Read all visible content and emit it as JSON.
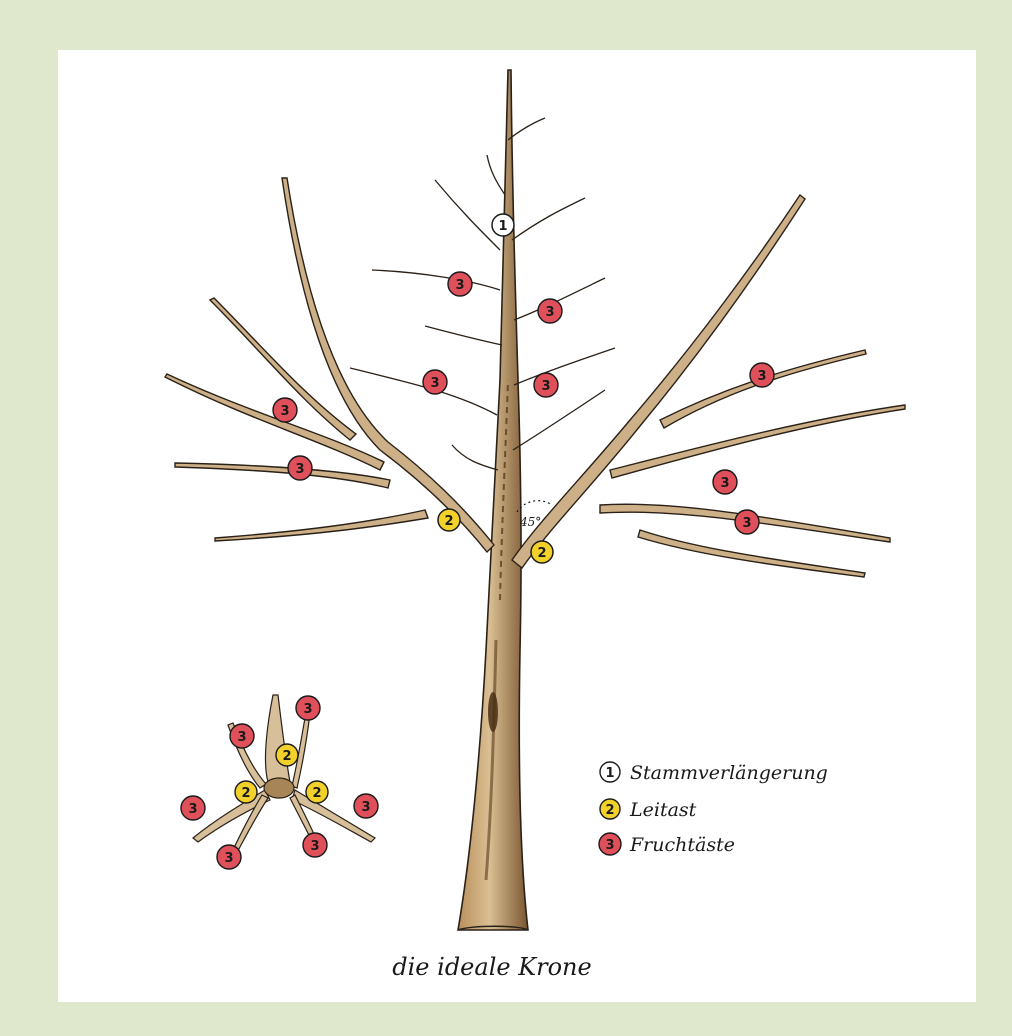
{
  "figure": {
    "caption": "die ideale Krone",
    "angle_label": "45°"
  },
  "legend": {
    "items": [
      {
        "number": "1",
        "label": "Stammverlängerung",
        "color": "#ffffff"
      },
      {
        "number": "2",
        "label": "Leitast",
        "color": "#f2d22a"
      },
      {
        "number": "3",
        "label": "Fruchtäste",
        "color": "#e0505a"
      }
    ]
  },
  "colors": {
    "background": "#dfe8cc",
    "paper": "#ffffff",
    "wood": "#c9a57a",
    "wood_dark": "#7a5530",
    "outline": "#1a1a1a"
  }
}
